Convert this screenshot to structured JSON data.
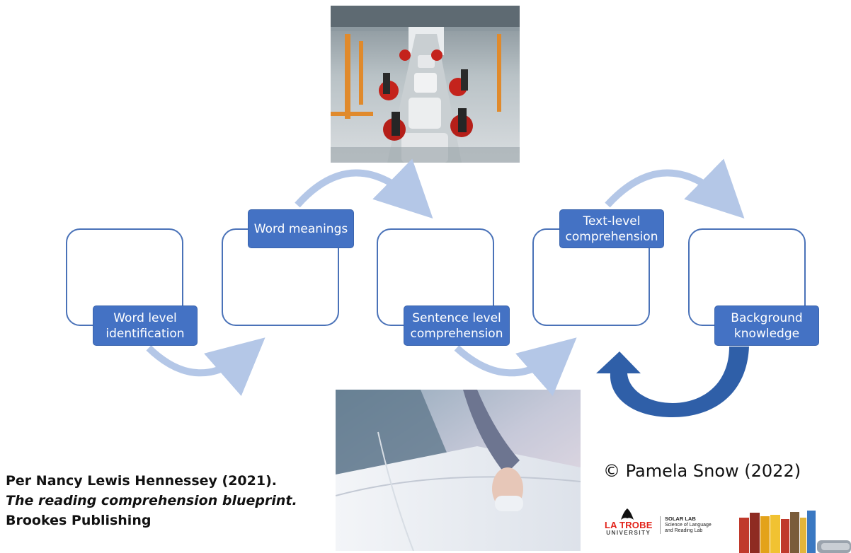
{
  "diagram": {
    "steps": [
      {
        "id": "word-level-identification",
        "label": "Word level identification"
      },
      {
        "id": "word-meanings",
        "label": "Word meanings"
      },
      {
        "id": "sentence-level-comprehension",
        "label": "Sentence level comprehension"
      },
      {
        "id": "text-level-comprehension",
        "label": "Text-level comprehension"
      },
      {
        "id": "background-knowledge",
        "label": "Background knowledge"
      }
    ],
    "colors": {
      "box_fill": "#4472c4",
      "box_outline": "#4a72b8",
      "arrow_light": "#b4c7e7",
      "arrow_dark": "#2f5fa8"
    }
  },
  "photos": {
    "factory": "car assembly line with red robotic arms",
    "car_door": "hand opening a white car door"
  },
  "citation": {
    "line1": "Per Nancy Lewis Hennessey (2021).",
    "title": "The reading comprehension blueprint.",
    "publisher": "Brookes Publishing"
  },
  "copyright": "© Pamela Snow (2022)",
  "logos": {
    "university_line1": "LA TROBE",
    "university_line2": "UNIVERSITY",
    "lab_name": "SOLAR LAB",
    "lab_line1": "Science of Language",
    "lab_line2": "and Reading Lab"
  }
}
